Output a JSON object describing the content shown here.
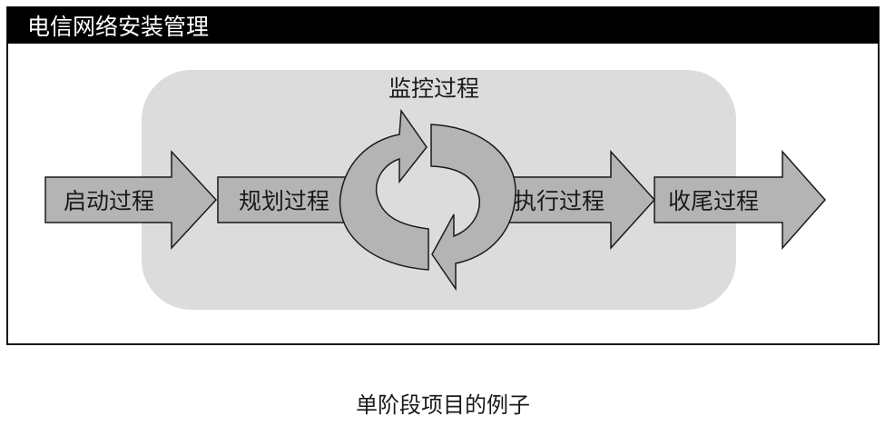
{
  "frame": {
    "title": "电信网络安装管理"
  },
  "phases": {
    "initiating": "启动过程",
    "planning": "规划过程",
    "monitoring": "监控过程",
    "executing": "执行过程",
    "closing": "收尾过程"
  },
  "caption": "单阶段项目的例子",
  "colors": {
    "title_bar": "#000000",
    "background_region": "#dcdcdc",
    "arrow_fill": "#b4b4b4",
    "outline": "#1a1a1a"
  }
}
